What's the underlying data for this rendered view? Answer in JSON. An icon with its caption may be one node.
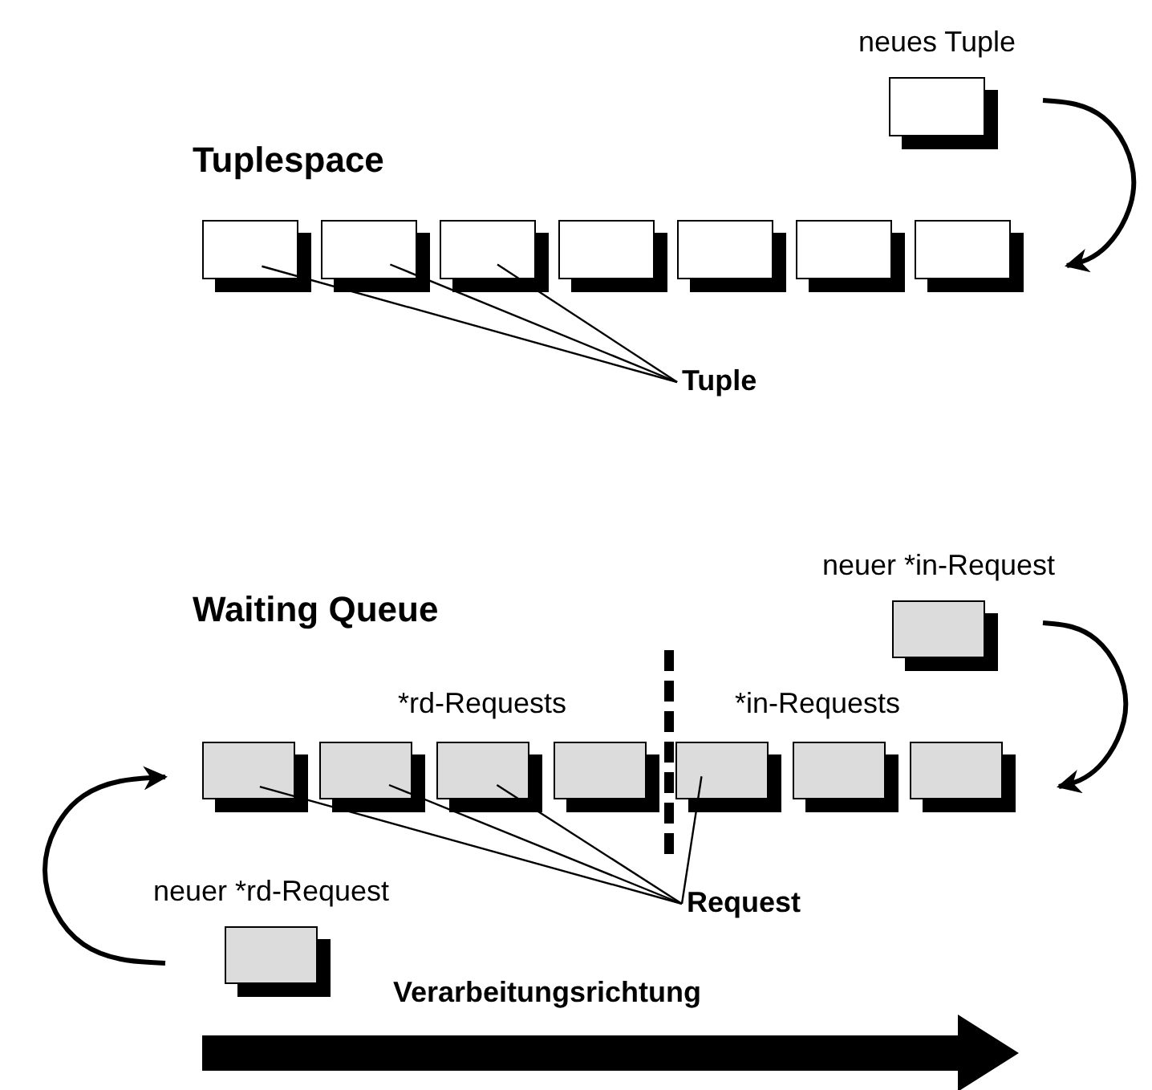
{
  "diagram": {
    "nodes": [
      {
        "text": [
          "neues Tuple"
        ]
      },
      {
        "text": [],
        "shape": "box"
      },
      {
        "text": [],
        "shape": "box"
      },
      {
        "text": [],
        "shape": "box"
      },
      {
        "text": [],
        "shape": "box"
      },
      {
        "text": [],
        "shape": "box"
      },
      {
        "text": [],
        "shape": "box"
      },
      {
        "text": [],
        "shape": "box"
      },
      {
        "text": [
          "Tuple"
        ]
      },
      {
        "text": [
          "neuer *in-Request"
        ]
      },
      {
        "text": [],
        "shape": "box"
      },
      {
        "text": [],
        "shape": "box"
      },
      {
        "text": [],
        "shape": "box"
      },
      {
        "text": [],
        "shape": "box"
      },
      {
        "text": [],
        "shape": "box"
      },
      {
        "text": [],
        "shape": "box"
      },
      {
        "text": [],
        "shape": "box"
      },
      {
        "text": [
          "Request"
        ]
      },
      {
        "text": [
          "neuer *rd-Request"
        ]
      }
    ],
    "edges": [
      {
        "from": 0,
        "to": 7,
        "arrow": "to",
        "style": "thick"
      },
      {
        "from": 8,
        "to": 1,
        "arrow": "none"
      },
      {
        "from": 8,
        "to": 2,
        "arrow": "none"
      },
      {
        "from": 8,
        "to": 3,
        "arrow": "none"
      },
      {
        "from": 9,
        "to": 16,
        "arrow": "to",
        "style": "thick"
      },
      {
        "from": 17,
        "to": 10,
        "arrow": "none"
      },
      {
        "from": 17,
        "to": 11,
        "arrow": "none"
      },
      {
        "from": 17,
        "to": 12,
        "arrow": "none"
      },
      {
        "from": 17,
        "to": 14,
        "arrow": "none"
      },
      {
        "from": 18,
        "to": 10,
        "arrow": "to",
        "style": "thick"
      }
    ],
    "labels": [
      "Tuplespace",
      "Waiting Queue",
      "*rd-Requests",
      "*in-Requests",
      "Verarbeitungsrichtung"
    ]
  }
}
